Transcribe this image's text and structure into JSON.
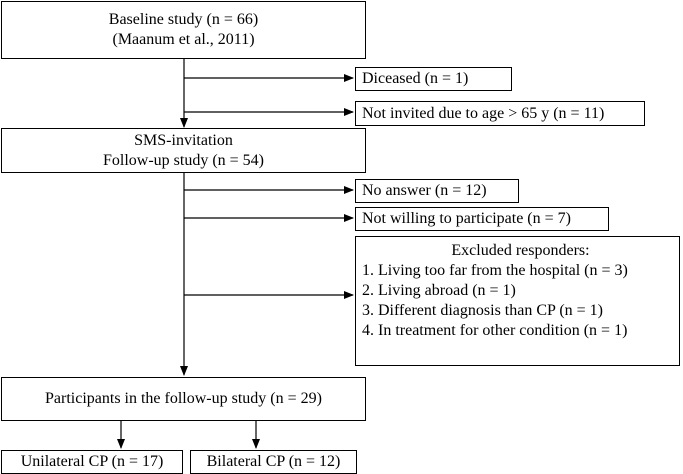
{
  "flowchart": {
    "baseline": {
      "line1": "Baseline study (n = 66)",
      "line2": "(Maanum et al., 2011)"
    },
    "deceased": "Diceased (n = 1)",
    "not_invited": "Not invited due to age > 65 y (n = 11)",
    "sms": {
      "line1": "SMS-invitation",
      "line2": "Follow-up study (n = 54)"
    },
    "no_answer": "No answer (n =  12)",
    "not_willing": "Not willing to participate (n = 7)",
    "excluded": {
      "title": "Excluded responders:",
      "items": [
        "1. Living too far from the hospital (n = 3)",
        "2. Living abroad (n = 1)",
        "3. Different diagnosis than CP (n = 1)",
        "4. In treatment for other condition (n = 1)"
      ]
    },
    "participants": "Participants in the follow-up study (n = 29)",
    "unilateral": "Unilateral CP (n = 17)",
    "bilateral": "Bilateral CP (n = 12)"
  }
}
